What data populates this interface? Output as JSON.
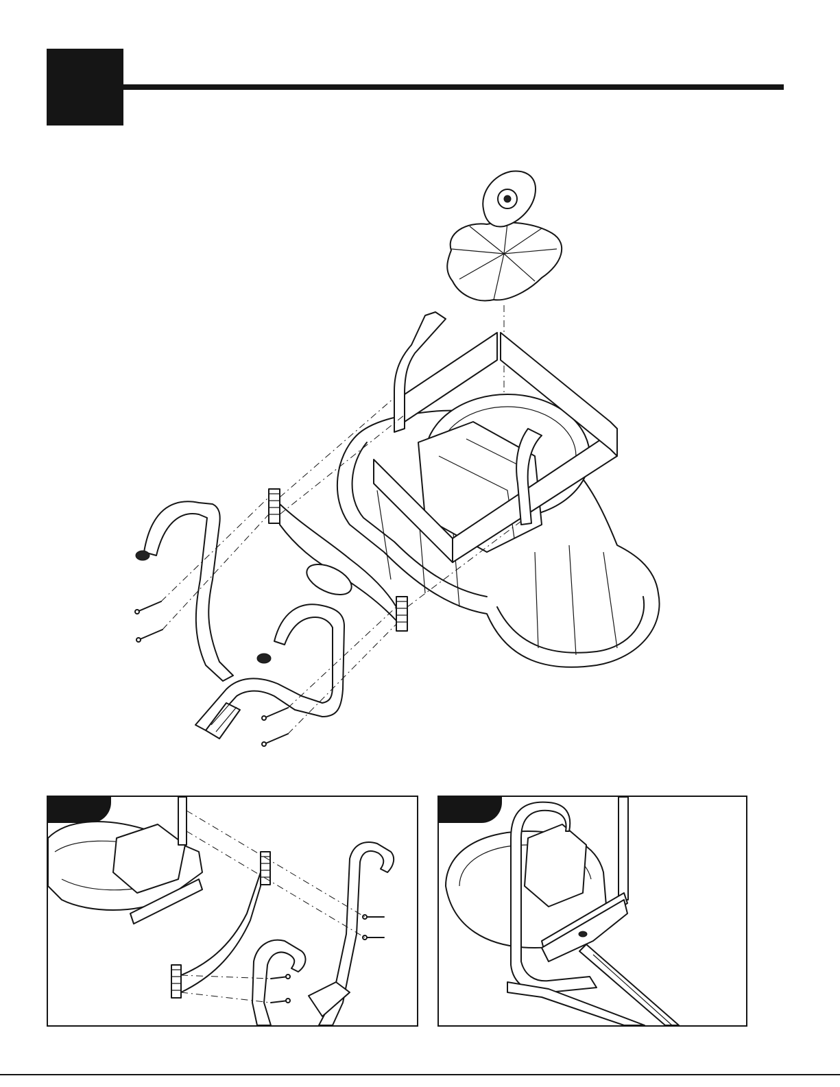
{
  "page": {
    "step_number": "",
    "accent_color": "#151515",
    "background_color": "#ffffff"
  },
  "figures": {
    "main": {
      "icon": "exploded-assembly-diagram"
    },
    "detail_a": {
      "label": "",
      "icon": "handle-bracket-detail-diagram"
    },
    "detail_b": {
      "label": "",
      "icon": "assembled-handle-detail-diagram"
    }
  }
}
